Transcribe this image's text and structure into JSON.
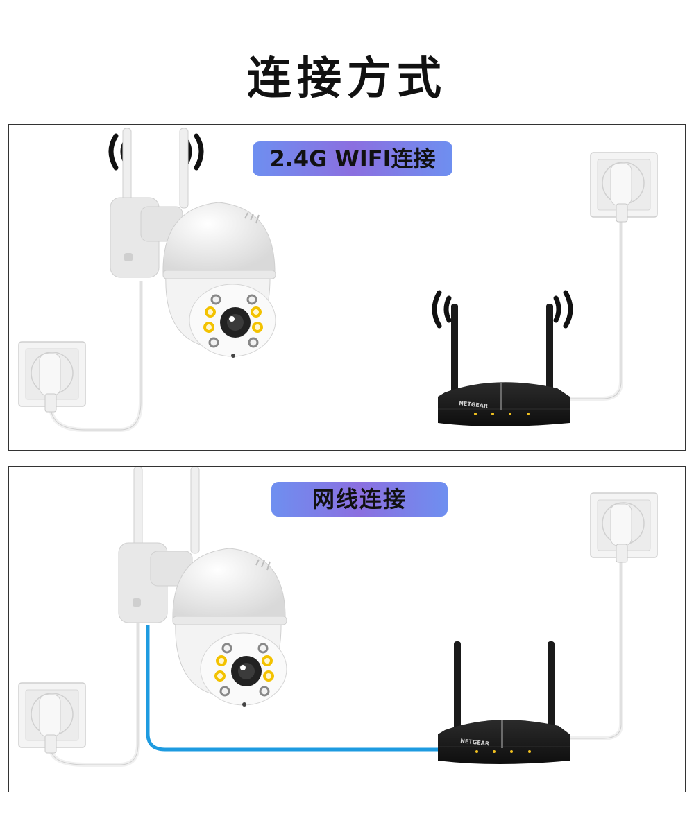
{
  "title": "连接方式",
  "panels": [
    {
      "label": "2.4G WIFI连接",
      "router_brand": "NETGEAR"
    },
    {
      "label": "网线连接",
      "router_brand": "NETGEAR"
    }
  ],
  "colors": {
    "label_gradient_start": "#6e8ff0",
    "label_gradient_mid": "#8b6fe0",
    "ethernet_cable": "#1e9be0",
    "router_body": "#1a1a1a",
    "router_led": "#f0c020",
    "camera_led": "#f3c200"
  },
  "icons": [
    "camera-icon",
    "router-icon",
    "wall-outlet-icon",
    "wifi-signal-icon"
  ]
}
